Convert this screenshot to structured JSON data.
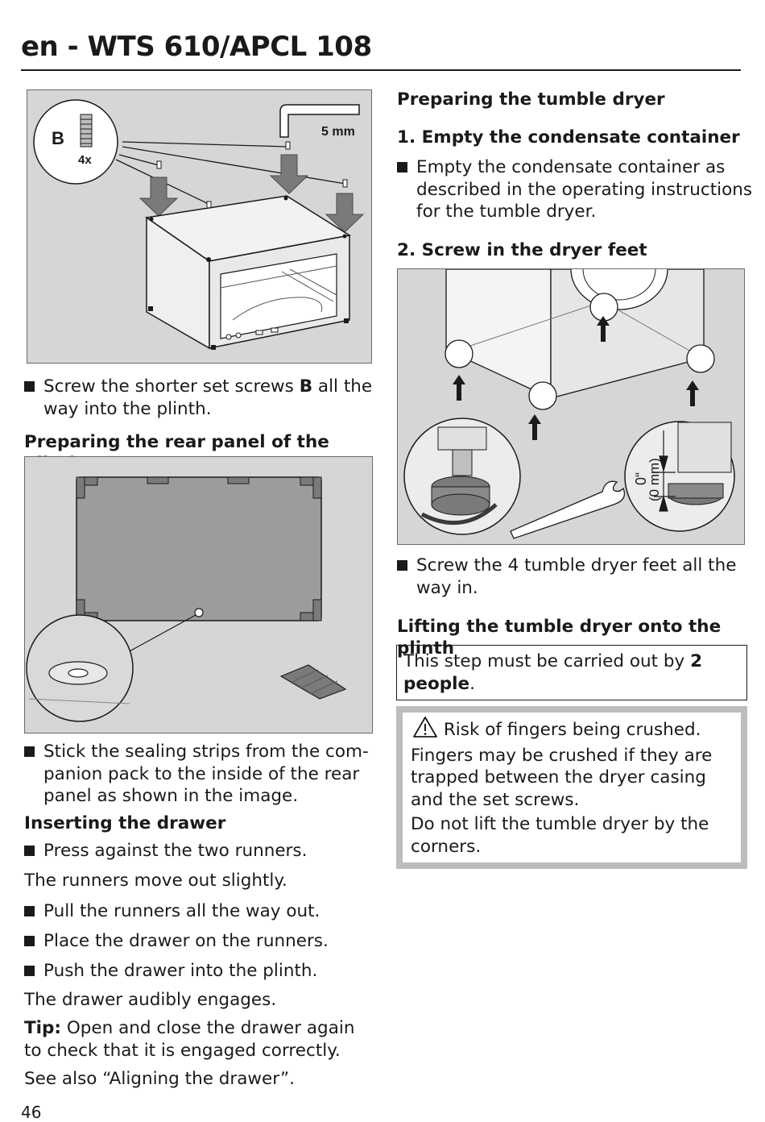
{
  "header": {
    "title": "en - WTS 610/APCL 108"
  },
  "figure1": {
    "label_b": "B",
    "label_4x": "4x",
    "label_5mm": "5 mm"
  },
  "left": {
    "step_set_screws": {
      "pre": "Screw the shorter set screws ",
      "bold": "B",
      "post": " all the way into the plinth."
    },
    "heading_rear_panel": "Preparing the rear panel of the plinth",
    "step_sealing": "Stick the sealing strips from the com­panion pack to the inside of the rear panel as shown in the image.",
    "heading_drawer": "Inserting the drawer",
    "step_press": "Press against the two runners.",
    "result_runners": "The runners move out slightly.",
    "step_pull": "Pull the runners all the way out.",
    "step_place": "Place the drawer on the runners.",
    "step_push": "Push the drawer into the plinth.",
    "result_engages": "The drawer audibly engages.",
    "tip_label": "Tip:",
    "tip_text": " Open and close the drawer again to check that it is engaged correctly.",
    "see_also": "See also “Aligning the drawer”."
  },
  "right": {
    "heading_preparing": "Preparing the tumble dryer",
    "heading_step1": "1. Empty the condensate container",
    "step_empty": "Empty the condensate container as described in the operating instruc­tions for the tumble dryer.",
    "heading_step2": "2. Screw in the dryer feet",
    "figure_label_0": "0“",
    "figure_label_0mm": "(0 mm)",
    "step_feet": "Screw the 4 tumble dryer feet all the way in.",
    "heading_lifting": "Lifting the tumble dryer onto the plinth",
    "note_pre": "This step must be carried out by ",
    "note_bold": "2 people",
    "note_post": ".",
    "warning_title": "Risk of fingers being crushed.",
    "warning_body1": "Fingers may be crushed if they are trapped between the dryer casing and the set screws.",
    "warning_body2": "Do not lift the tumble dryer by the corners."
  },
  "footer": {
    "page_number": "46"
  }
}
